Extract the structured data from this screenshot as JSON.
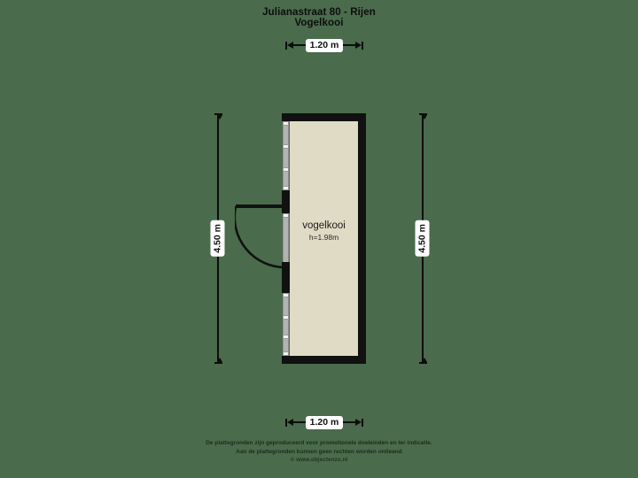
{
  "document": {
    "title": "Julianastraat 80 - Rijen",
    "subtitle": "Vogelkooi"
  },
  "colors": {
    "background": "#4a6b4c",
    "wall": "#111111",
    "floor_fill": "#e0dbc4",
    "glass": "#b3b3b3",
    "mullion": "#f2f2f2",
    "text": "#0d0d0d",
    "badge_background": "#ffffff"
  },
  "dimensions": {
    "top": {
      "label": "1.20 m",
      "orientation": "horizontal",
      "position": "top"
    },
    "bottom": {
      "label": "1.20 m",
      "orientation": "horizontal",
      "position": "bottom"
    },
    "left": {
      "label": "4.50 m",
      "orientation": "vertical",
      "position": "left"
    },
    "right": {
      "label": "4.50 m",
      "orientation": "vertical",
      "position": "right"
    }
  },
  "rooms": [
    {
      "name": "vogelkooi",
      "height_label": "h=1.98m"
    }
  ],
  "footer": {
    "line1": "De plattegronden zijn geproduceerd voor promotionele doeleinden en ter indicatie.",
    "line2": "Aan de plattegronden kunnen geen rechten worden ontleend",
    "line3": "© www.objectenzo.nl"
  }
}
